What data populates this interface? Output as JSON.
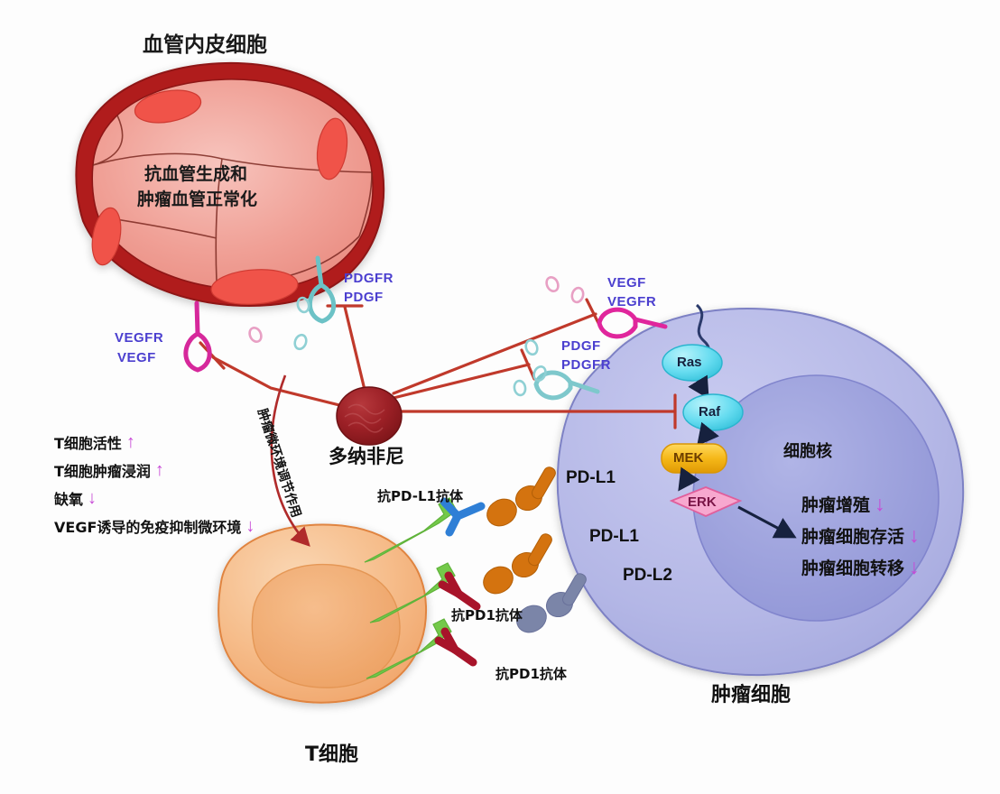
{
  "diagram": {
    "title_endothelial": "血管内皮细胞",
    "endothelial_inner_line1": "抗血管生成和",
    "endothelial_inner_line2": "肿瘤血管正常化",
    "drug_label": "多纳非尼",
    "tcell_label": "T细胞",
    "tumor_label": "肿瘤细胞",
    "nucleus_label": "细胞核",
    "curved_arrow_label": "肿瘤微环境调节作用"
  },
  "receptors": {
    "vessel_vegfr": "VEGFR",
    "vessel_vegf": "VEGF",
    "vessel_pdgfr": "PDGFR",
    "vessel_pdgf": "PDGF",
    "tumor_vegf": "VEGF",
    "tumor_vegfr": "VEGFR",
    "tumor_pdgf": "PDGF",
    "tumor_pdgfr": "PDGFR"
  },
  "pathway": {
    "nodes": [
      {
        "id": "ras",
        "label": "Ras",
        "shape": "ellipse",
        "color": "#5fd8ef"
      },
      {
        "id": "raf",
        "label": "Raf",
        "shape": "ellipse",
        "color": "#5fd8ef"
      },
      {
        "id": "mek",
        "label": "MEK",
        "shape": "rounded",
        "color": "#f5b819"
      },
      {
        "id": "erk",
        "label": "ERK",
        "shape": "diamond",
        "color": "#f7a8cf"
      }
    ]
  },
  "immune": {
    "pdl1_top": "PD-L1",
    "pdl1_mid": "PD-L1",
    "pdl2": "PD-L2",
    "anti_pdl1_antibody": "抗PD-L1抗体",
    "anti_pd1_antibody_1": "抗PD1抗体",
    "anti_pd1_antibody_2": "抗PD1抗体"
  },
  "effects_left": [
    {
      "text": "T细胞活性",
      "arrow": "up"
    },
    {
      "text": "T细胞肿瘤浸润",
      "arrow": "up"
    },
    {
      "text": "缺氧",
      "arrow": "down"
    },
    {
      "text": "VEGF诱导的免疫抑制微环境",
      "arrow": "down"
    }
  ],
  "effects_nucleus": [
    {
      "text": "肿瘤增殖",
      "arrow": "down"
    },
    {
      "text": "肿瘤细胞存活",
      "arrow": "down"
    },
    {
      "text": "肿瘤细胞转移",
      "arrow": "down"
    }
  ],
  "glyphs": {
    "up": "↑",
    "down": "↓"
  },
  "colors": {
    "vessel_outer": "#b01c1c",
    "vessel_fill": "#f09a92",
    "tumor_cell": "#b6b9e8",
    "tumor_nucleus": "#9b9fdd",
    "tcell": "#f5b378",
    "inhibitor_red": "#c0392b",
    "pd1_green": "#74c94a",
    "pdl1_orange": "#d4730f",
    "pdl2_grey": "#7b85a8",
    "anti_pdl1_blue": "#2f7fd6",
    "anti_pd1_red": "#a8142a",
    "label_purple": "#4b3fcf",
    "effect_arrow": "#c84ad6"
  }
}
